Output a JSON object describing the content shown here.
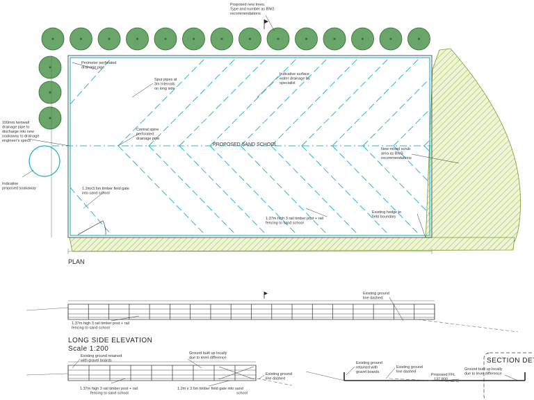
{
  "labels": {
    "trees_note_1": "Proposed new trees.",
    "trees_note_2": "Type and number as BNG",
    "trees_note_3": "recommendations",
    "perimeter_1": "Perimeter perforated",
    "perimeter_2": "drainage pipe",
    "spur_1": "Spur pipes at",
    "spur_2": "3m intervals",
    "spur_3": "on long side",
    "surface_1": "Indicative surface",
    "surface_2": "water drainage by",
    "surface_3": "specialist",
    "twinwall_1": "100mm twinwall",
    "twinwall_2": "drainage pipe to",
    "twinwall_3": "discharge into new",
    "twinwall_4": "soakaway to drainage",
    "twinwall_5": "engineer's specs",
    "spine_1": "Central spine",
    "spine_2": "perforated",
    "spine_3": "drainage pipe",
    "sand_school": "PROPOSED SAND SCHOOL",
    "scrub_1": "New mixed scrub",
    "scrub_2": "area as BNG",
    "scrub_3": "recommendations",
    "soakaway_1": "Indicative",
    "soakaway_2": "proposed soakaway",
    "gate_1": "1.2mx3.6m timber field gate",
    "gate_2": "into sand school",
    "fence_1": "1.37m high 3 rail timber post + rail",
    "fence_2": "fencing to sand school",
    "hedge_1": "Existing hedge to",
    "hedge_2": "field boundary",
    "plan": "PLAN",
    "ls_fence_1": "1.37m high 3 rail timber post + rail",
    "ls_fence_2": "fencing to sand school",
    "ls_ground_1": "Existing ground",
    "ls_ground_2": "line dashed",
    "long_side_title": "LONG SIDE ELEVATION",
    "scale": "Scale 1:200",
    "se_retained_1": "Existing ground retained",
    "se_retained_2": "with gravel boards",
    "se_built_1": "Ground built up locally",
    "se_built_2": "due to level difference",
    "se_fence_1": "1.37m high 3 rail timber post + rail",
    "se_fence_2": "fencing to sand school",
    "se_gate_1": "1.2m x 3.6m timber field gate into sand",
    "se_gate_2": "school",
    "se_ground_1": "Existing ground",
    "se_ground_2": "line dashed",
    "sd_retained_1": "Existing ground",
    "sd_retained_2": "retained with",
    "sd_retained_3": "gravel boards",
    "sd_ground_1": "Existing ground",
    "sd_ground_2": "line dashed",
    "sd_ffl_1": "Proposed FFL",
    "sd_ffl_2": "137.800",
    "sd_built_1": "Ground built up locally",
    "sd_built_2": "due to level difference",
    "section_detail": "SECTION DETAIL"
  },
  "colors": {
    "tree_fill": "#6aa66a",
    "tree_stroke": "#2f6b2f",
    "drainage": "#29b6d6",
    "hatch": "#9bc23c",
    "scrub_fill": "#e8f2cf",
    "line": "#444444"
  }
}
